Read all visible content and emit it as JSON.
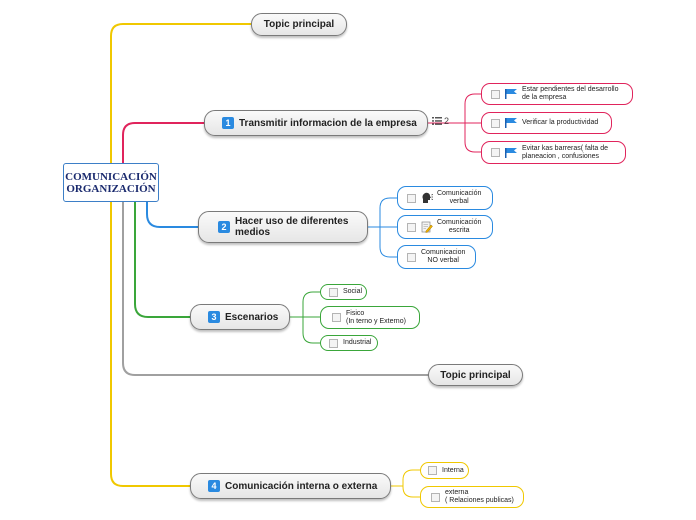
{
  "central": {
    "line1": "COMUNICACIÓN",
    "line2": "ORGANIZACIÓN"
  },
  "floating": [
    {
      "label": "Topic principal"
    },
    {
      "label": "Topic principal"
    }
  ],
  "topics": [
    {
      "number": "1",
      "label": "Transmitir informacion de la empresa",
      "color": "#e0245c",
      "collapsed_count": "2",
      "children": [
        {
          "line1": "Estar pendientes del desarrollo",
          "line2": "de la empresa",
          "icon": "flag-icon"
        },
        {
          "line1": "Verificar la productividad",
          "icon": "flag-icon"
        },
        {
          "line1": "Evitar kas barreras( falta de",
          "line2": "planeacion , confusiones",
          "icon": "flag-icon"
        }
      ]
    },
    {
      "number": "2",
      "label_line1": "Hacer uso de diferentes",
      "label_line2": "medios",
      "color": "#2a8ae0",
      "children": [
        {
          "line1": "Comunicación",
          "line2": "verbal",
          "icon": "speaking-head-icon"
        },
        {
          "line1": "Comunicación",
          "line2": "escrita",
          "icon": "document-pencil-icon"
        },
        {
          "line1": "Comunicacion",
          "line2": "NO verbal"
        }
      ]
    },
    {
      "number": "3",
      "label": "Escenarios",
      "color": "#3aa63a",
      "children": [
        {
          "line1": "Social"
        },
        {
          "line1": "Fisico",
          "line2": "(In terno y Externo)"
        },
        {
          "line1": "Industrial"
        }
      ]
    },
    {
      "number": "4",
      "label": "Comunicación interna o externa",
      "color": "#f0c800",
      "children": [
        {
          "line1": "Interna"
        },
        {
          "line1": "externa",
          "line2": "( Relaciones publicas)"
        }
      ]
    }
  ],
  "colors": {
    "grey_branch": "#a0a0a0",
    "badge": "#2a8ae0"
  }
}
